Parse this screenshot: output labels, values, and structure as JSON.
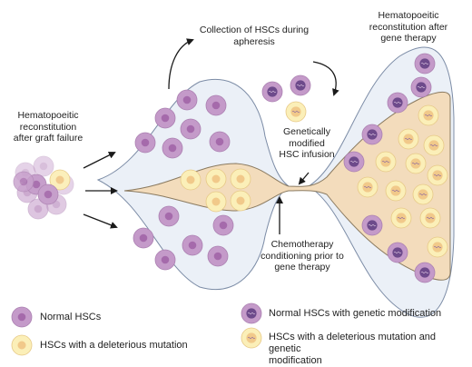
{
  "labels": {
    "graft_failure": "Hematopoeitic\nreconstitution\nafter graft failure",
    "collection": "Collection of HSCs during\napheresis",
    "after_gene_therapy": "Hematopoeitic\nreconstitution after\ngene therapy",
    "infusion": "Genetically\nmodified\nHSC infusion",
    "conditioning": "Chemotherapy\nconditioning prior to\ngene therapy"
  },
  "legend": {
    "normal": "Normal HSCs",
    "mutation": "HSCs with a deleterious mutation",
    "normal_modified": "Normal HSCs with genetic modification",
    "mutation_modified": "HSCs with a deleterious mutation and genetic\nmodification"
  },
  "colors": {
    "normal_cell": "#c49ac9",
    "normal_nucleus": "#a56aab",
    "mutant_cell": "#fbefb8",
    "mutant_nucleus": "#f1c98a",
    "mod_normal_nucleus": "#6d4a8b",
    "tan_region": "#f3dcbc",
    "blue_region": "#ebf0f7",
    "outline": "#7c8ca6"
  }
}
